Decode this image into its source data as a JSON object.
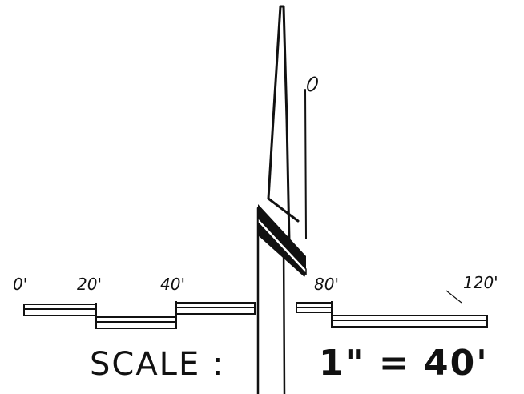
{
  "scale_bar": {
    "tick_labels": [
      "0'",
      "20'",
      "40'",
      "80'",
      "120'"
    ]
  },
  "scale_note": {
    "label": "SCALE :",
    "ratio": "1\" = 40'"
  },
  "colors": {
    "ink": "#111111",
    "paper": "#ffffff"
  },
  "icons": {
    "north_arrow": "north-arrow-icon",
    "break_symbol": "break-line-icon"
  }
}
